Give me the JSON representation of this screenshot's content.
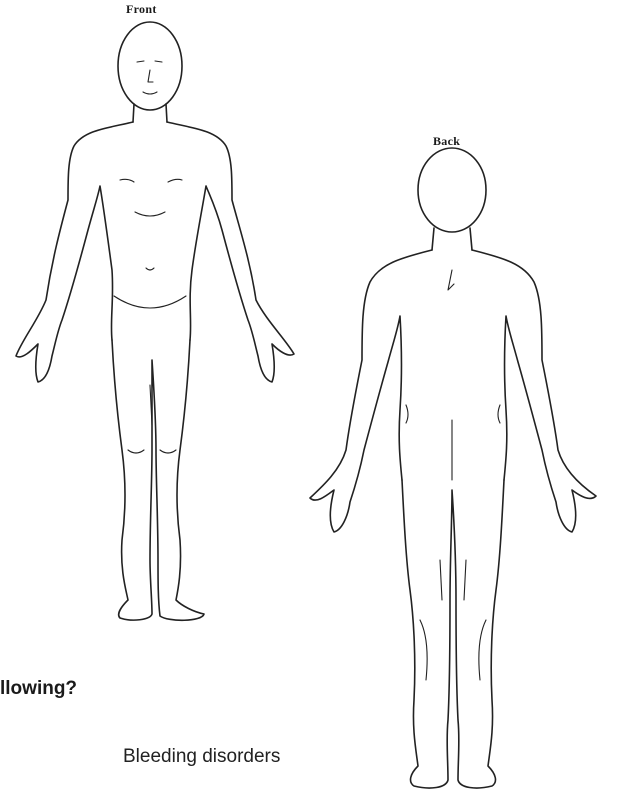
{
  "diagram": {
    "front_label": "Front",
    "back_label": "Back"
  },
  "question": {
    "text": "llowing?"
  },
  "options": [
    {
      "label": "Bleeding disorders"
    }
  ]
}
